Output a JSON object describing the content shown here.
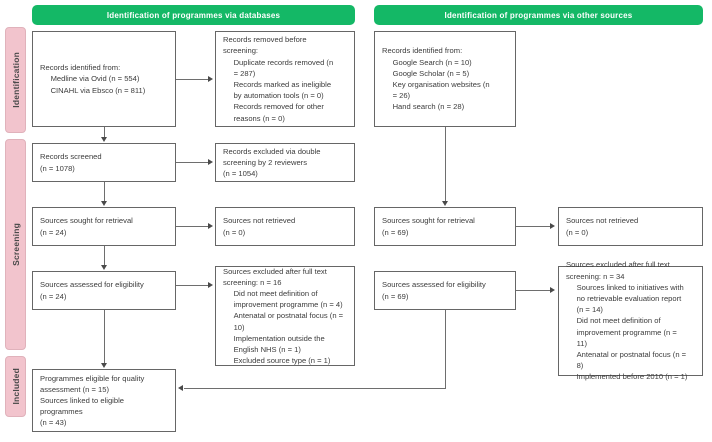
{
  "diagram": {
    "title": "PRISMA flow diagram",
    "colors": {
      "header_green": "#14b866",
      "phase_pink": "#f2c4cd",
      "box_border": "#666666",
      "connector": "#6e6e6e",
      "text": "#3c3c3c"
    }
  },
  "phases": [
    {
      "id": "identification",
      "label": "Identification"
    },
    {
      "id": "screening",
      "label": "Screening"
    },
    {
      "id": "included",
      "label": "Included"
    }
  ],
  "headers": [
    {
      "id": "databases",
      "label": "Identification of programmes via databases"
    },
    {
      "id": "other-sources",
      "label": "Identification of programmes via other sources"
    }
  ],
  "boxes": {
    "db_records_identified": "Records identified from:\n     Medline via Ovid (n = 554)\n     CINAHL via Ebsco (n = 811)",
    "db_records_removed": "Records removed before\nscreening:\n     Duplicate records removed (n\n     = 287)\n     Records marked as ineligible\n     by automation tools (n = 0)\n     Records removed for other\n     reasons (n = 0)",
    "db_records_screened": "Records screened\n(n = 1078)",
    "db_records_excluded": "Records excluded via double\nscreening by 2 reviewers\n(n = 1054)",
    "db_sought_retrieval": "Sources sought for retrieval\n(n = 24)",
    "db_not_retrieved": "Sources not retrieved\n(n = 0)",
    "db_assessed_eligibility": "Sources assessed for eligibility\n(n = 24)",
    "db_excluded_fulltext": "Sources excluded after full text\nscreening: n = 16\n     Did not meet definition of\n     improvement programme (n = 4)\n     Antenatal or postnatal focus (n =\n     10)\n     Implementation outside the\n     English NHS (n = 1)\n     Excluded source type (n = 1)",
    "os_records_identified": "Records identified from:\n     Google Search (n = 10)\n     Google Scholar (n = 5)\n     Key organisation websites (n\n     = 26)\n     Hand search (n = 28)",
    "os_sought_retrieval": "Sources sought for retrieval\n(n = 69)",
    "os_not_retrieved": "Sources not retrieved\n(n = 0)",
    "os_assessed_eligibility": "Sources assessed for eligibility\n(n = 69)",
    "os_excluded_fulltext": "Sources excluded after full text\nscreening: n = 34\n     Sources linked to initiatives with\n     no retrievable evaluation report\n     (n = 14)\n     Did not meet definition of\n     improvement programme (n =\n     11)\n     Antenatal or postnatal focus (n =\n     8)\n     Implemented before 2010 (n = 1)",
    "included_final": "Programmes eligible for quality\nassessment (n = 15)\nSources linked to eligible\nprogrammes\n(n = 43)"
  }
}
